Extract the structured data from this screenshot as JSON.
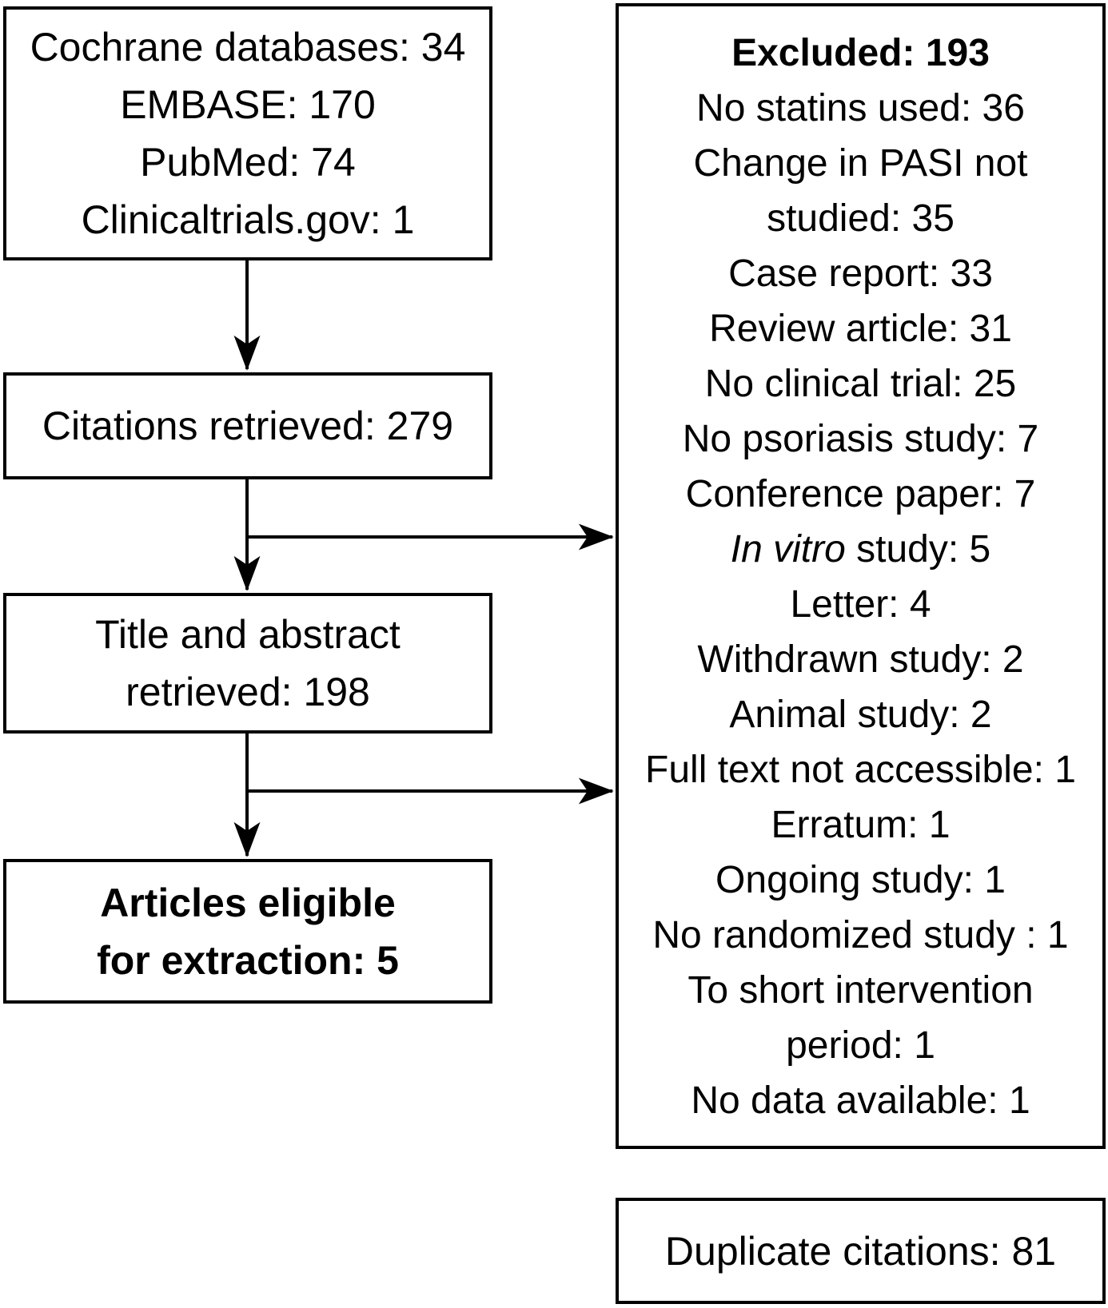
{
  "diagram": {
    "sources_box": {
      "lines": [
        "Cochrane databases: 34",
        "EMBASE: 170",
        "PubMed: 74",
        "Clinicaltrials.gov: 1"
      ]
    },
    "citations_box": {
      "text": "Citations retrieved: 279"
    },
    "title_abstract_box": {
      "lines": [
        "Title and abstract",
        "retrieved: 198"
      ]
    },
    "eligible_box": {
      "lines": [
        "Articles eligible",
        "for extraction: 5"
      ]
    },
    "excluded_box": {
      "title": "Excluded: 193",
      "items": [
        {
          "text": "No statins used: 36"
        },
        {
          "text": "Change in PASI not\nstudied: 35"
        },
        {
          "text": "Case report: 33"
        },
        {
          "text": "Review article: 31"
        },
        {
          "text": "No clinical trial: 25"
        },
        {
          "text": "No psoriasis study: 7"
        },
        {
          "text": "Conference paper: 7"
        },
        {
          "italic": "In vitro",
          "text": " study: 5"
        },
        {
          "text": "Letter: 4"
        },
        {
          "text": "Withdrawn study: 2"
        },
        {
          "text": "Animal study: 2"
        },
        {
          "text": "Full text not accessible: 1"
        },
        {
          "text": "Erratum: 1"
        },
        {
          "text": "Ongoing study: 1"
        },
        {
          "text": "No randomized study : 1"
        },
        {
          "text": "To short intervention\nperiod: 1"
        },
        {
          "text": "No data available: 1"
        }
      ]
    },
    "duplicates_box": {
      "text": "Duplicate citations: 81"
    },
    "colors": {
      "line": "#000000",
      "text": "#000000",
      "background": "#ffffff"
    }
  }
}
